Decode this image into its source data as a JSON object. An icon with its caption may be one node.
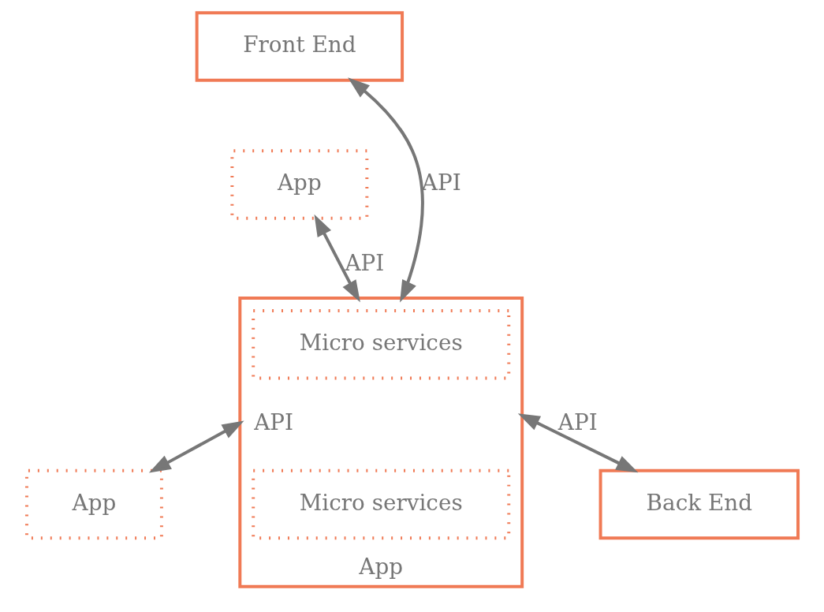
{
  "diagram": {
    "nodes": [
      {
        "text": [
          "Front End"
        ]
      },
      {
        "text": [
          "App"
        ]
      },
      {
        "text": [
          "App"
        ]
      },
      {
        "text": [
          "Micro services"
        ],
        "in": 2
      },
      {
        "text": [
          "Micro services"
        ],
        "in": 2
      },
      {
        "text": [
          "App"
        ]
      },
      {
        "text": [
          "Back End"
        ]
      }
    ],
    "edges": [
      {
        "from": 0,
        "to": 2,
        "arrow": "both",
        "label": "API"
      },
      {
        "from": 1,
        "to": 2,
        "arrow": "both",
        "label": "API"
      },
      {
        "from": 2,
        "to": 5,
        "arrow": "both",
        "label": "API"
      },
      {
        "from": 2,
        "to": 6,
        "arrow": "both",
        "label": "API"
      }
    ]
  }
}
